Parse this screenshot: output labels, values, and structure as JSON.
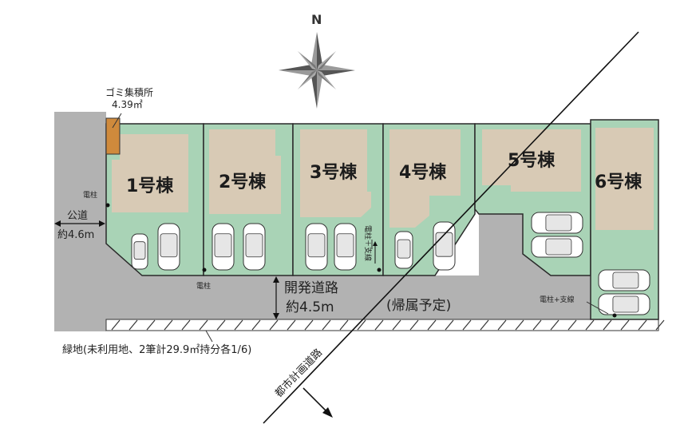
{
  "compass": {
    "label": "N"
  },
  "garbage": {
    "label": "ゴミ集積所",
    "area": "4.39㎡"
  },
  "lots": [
    {
      "label": "1号棟"
    },
    {
      "label": "2号棟"
    },
    {
      "label": "3号棟"
    },
    {
      "label": "4号棟"
    },
    {
      "label": "5号棟"
    },
    {
      "label": "6号棟"
    }
  ],
  "public_road": {
    "label": "公道",
    "width": "約4.6m"
  },
  "dev_road": {
    "label": "開発道路",
    "width": "約4.5m",
    "note": "(帰属予定)"
  },
  "poles": {
    "pole_left": "電柱",
    "pole_bottom": "電柱",
    "pole_stay_vertical": "電柱＋支線",
    "pole_stay_right": "電柱+支線"
  },
  "green_land": {
    "label": "緑地(未利用地、2筆計29.9㎡持分各1/6)"
  },
  "planned_road": {
    "label": "都市計画道路"
  },
  "colors": {
    "lot_green": "#a9d3b6",
    "house_beige": "#d8cab5",
    "road_gray": "#b2b2b2",
    "garbage_orange": "#cf8a3c",
    "lot_border": "#2a2a2a"
  }
}
